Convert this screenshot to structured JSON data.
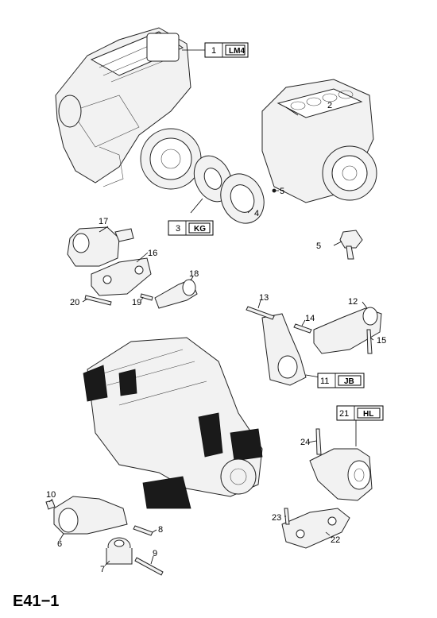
{
  "diagram": {
    "page_code": "E41−1",
    "callouts": {
      "c1": "1",
      "c1_code": "LM4",
      "c2": "2",
      "c3": "3",
      "c3_code": "KG",
      "c4": "4",
      "c5a": "5",
      "c5b": "5",
      "c6": "6",
      "c7": "7",
      "c8": "8",
      "c9": "9",
      "c10": "10",
      "c11": "11",
      "c11_code": "JB",
      "c12": "12",
      "c13": "13",
      "c14": "14",
      "c15": "15",
      "c16": "16",
      "c17": "17",
      "c18": "18",
      "c19": "19",
      "c20": "20",
      "c21": "21",
      "c21_code": "HL",
      "c22": "22",
      "c23": "23",
      "c24": "24"
    }
  }
}
